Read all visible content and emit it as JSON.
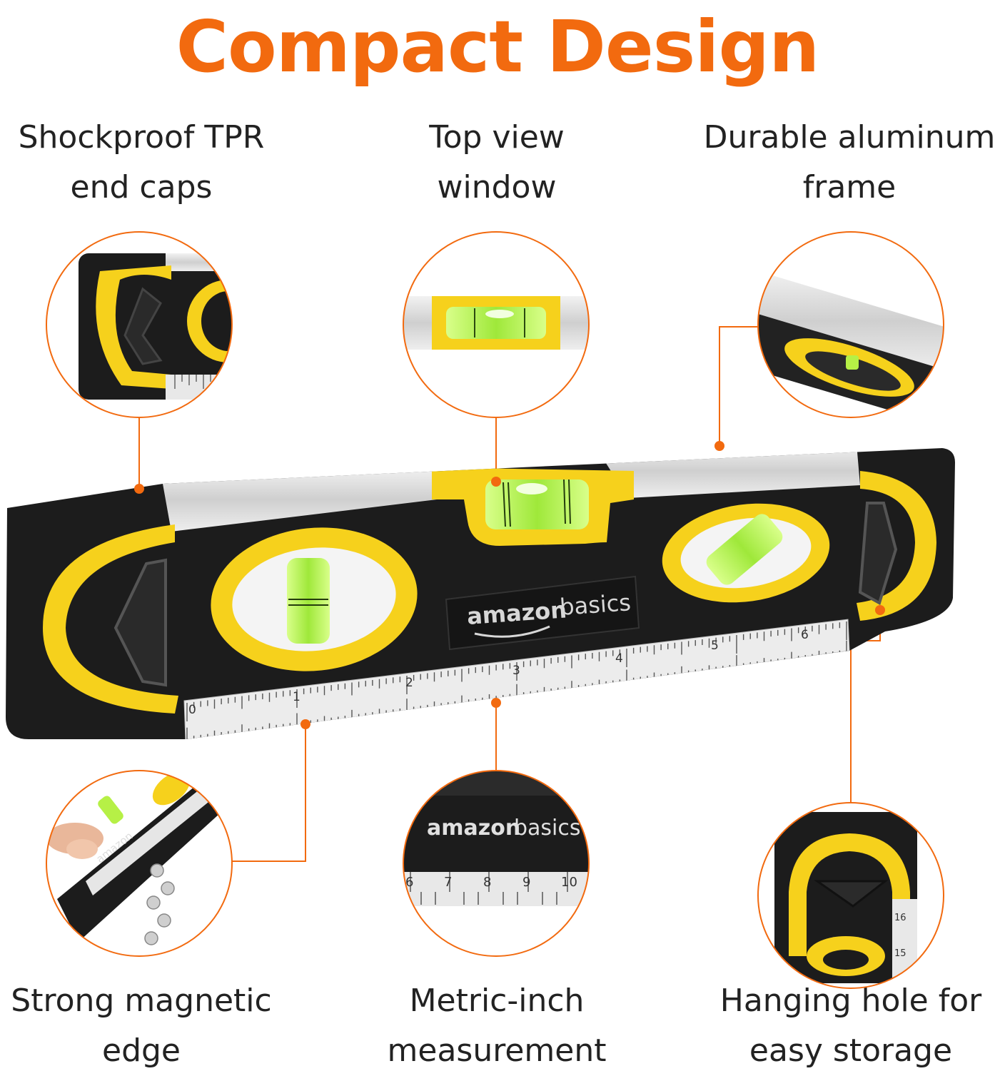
{
  "title": "Compact Design",
  "features": {
    "end_caps": {
      "line1": "Shockproof TPR",
      "line2": "end caps"
    },
    "top_window": {
      "line1": "Top view",
      "line2": "window"
    },
    "frame": {
      "line1": "Durable aluminum",
      "line2": "frame"
    },
    "magnetic": {
      "line1": "Strong magnetic",
      "line2": "edge"
    },
    "metric": {
      "line1": "Metric-inch",
      "line2": "measurement"
    },
    "hanging": {
      "line1": "Hanging hole for",
      "line2": "easy storage"
    }
  },
  "brand": {
    "word1": "amazon",
    "word2": "basics"
  },
  "ruler_inches": [
    "0",
    "1",
    "2",
    "3",
    "4",
    "5",
    "6"
  ],
  "inset_ruler_numbers": [
    "6",
    "7",
    "8",
    "9",
    "10"
  ],
  "end_ruler_numbers": [
    "16",
    "15"
  ],
  "colors": {
    "accent_orange": "#f26a0f",
    "yellow": "#f6d11c",
    "body_black": "#1c1c1c",
    "aluminum": "#d8d8d8",
    "vial_green": "#b6f046"
  }
}
